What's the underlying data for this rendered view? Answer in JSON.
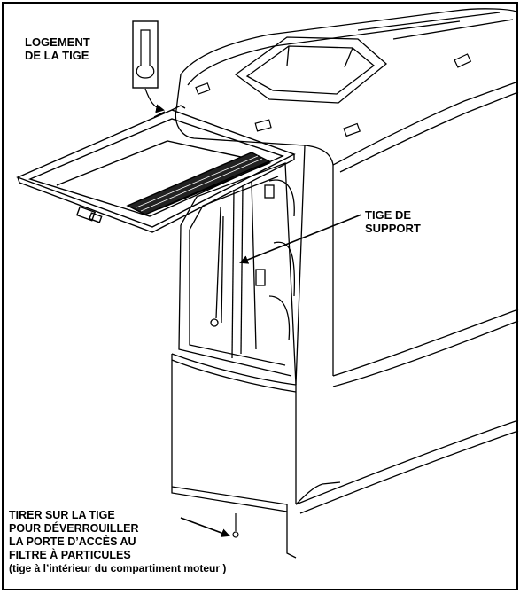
{
  "labels": {
    "rod_housing": [
      "LOGEMENT",
      "DE LA TIGE"
    ],
    "support_rod": [
      "TIGE DE",
      "SUPPORT"
    ],
    "pull_rod": [
      "TIRER SUR LA TIGE",
      "POUR DÉVERROUILLER",
      "LA PORTE D’ACCÈS AU",
      "FILTRE À PARTICULES"
    ],
    "pull_rod_note": "(tige à l’intérieur du compartiment moteur )"
  },
  "colors": {
    "line": "#000000",
    "background": "#ffffff"
  }
}
